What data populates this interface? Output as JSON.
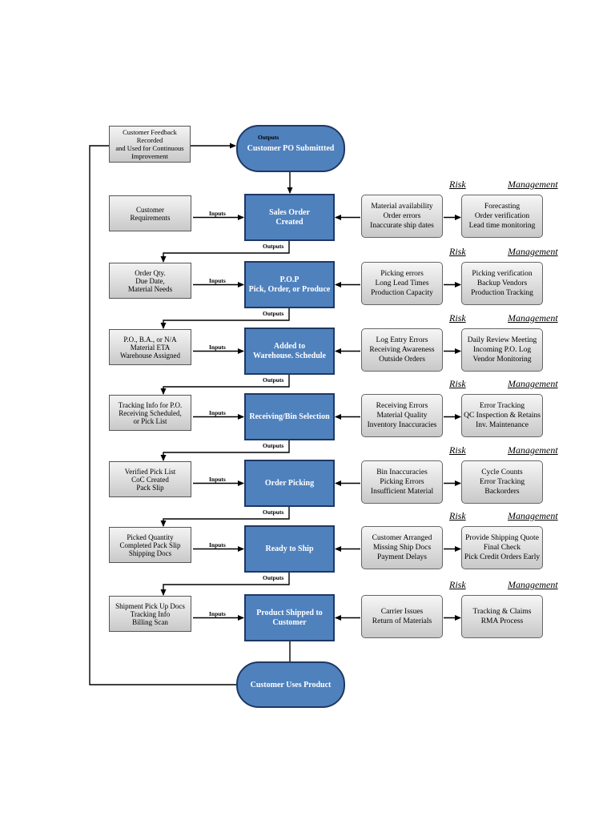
{
  "terminals": {
    "start": "Customer PO Submittted",
    "end": "Customer Uses Product"
  },
  "feedback": "Customer Feedback Recorded\nand Used for Continuous\nImprovement",
  "headers": {
    "risk": "Risk",
    "management": "Management"
  },
  "labels": {
    "inputs": "Inputs",
    "outputs": "Outputs"
  },
  "steps": [
    {
      "name": "Sales Order\nCreated",
      "input": "Customer\nRequirements",
      "risk": "Material availability\nOrder errors\nInaccurate ship dates",
      "management": "Forecasting\nOrder verification\nLead time monitoring"
    },
    {
      "name": "P.O.P\nPick, Order, or Produce",
      "input": "Order Qty.\nDue Date,\nMaterial Needs",
      "risk": "Picking errors\nLong Lead Times\nProduction Capacity",
      "management": "Picking verification\nBackup Vendors\nProduction Tracking"
    },
    {
      "name": "Added to\nWarehouse. Schedule",
      "input": "P.O., B.A., or N/A\nMaterial ETA\nWarehouse Assigned",
      "risk": "Log Entry Errors\nReceiving Awareness\nOutside Orders",
      "management": "Daily Review Meeting\nIncoming P.O. Log\nVendor Monitoring"
    },
    {
      "name": "Receiving/Bin Selection",
      "input": "Tracking Info for P.O.\nReceiving Scheduled,\nor Pick List",
      "risk": "Receiving Errors\nMaterial Quality\nInventory Inaccuracies",
      "management": "Error Tracking\nQC Inspection & Retains\nInv. Maintenance"
    },
    {
      "name": "Order Picking",
      "input": "Verified Pick List\nCoC Created\nPack Slip",
      "risk": "Bin Inaccuracies\nPicking Errors\nInsufficient Material",
      "management": "Cycle Counts\nError Tracking\nBackorders"
    },
    {
      "name": "Ready to Ship",
      "input": "Picked Quantity\nCompleted Pack Slip\nShipping Docs",
      "risk": "Customer Arranged\nMissing Ship Docs\nPayment Delays",
      "management": "Provide Shipping Quote\nFinal Check\nPick Credit Orders Early"
    },
    {
      "name": "Product Shipped to\nCustomer",
      "input": "Shipment Pick Up Docs\nTracking Info\nBilling Scan",
      "risk": "Carrier Issues\nReturn of Materials",
      "management": "Tracking & Claims\nRMA Process"
    }
  ]
}
